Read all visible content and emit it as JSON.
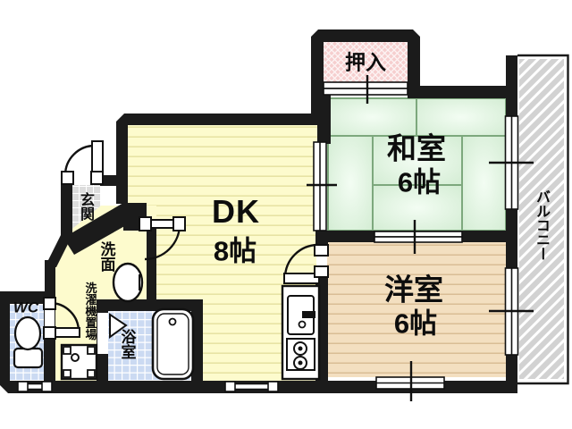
{
  "floorplan": {
    "rooms": {
      "dk": {
        "label": "DK",
        "size": "8帖"
      },
      "washitsu": {
        "label": "和室",
        "size": "6帖"
      },
      "youshitsu": {
        "label": "洋室",
        "size": "6帖"
      },
      "oshiire": {
        "label": "押入"
      },
      "balcony": {
        "label": "バルコニー"
      },
      "genkan": {
        "label": "玄関"
      },
      "senmen": {
        "label": "洗面"
      },
      "laundry": {
        "label": "洗濯機置場"
      },
      "wc": {
        "label": "WC"
      },
      "bathroom": {
        "label": "浴室"
      }
    },
    "colors": {
      "wall": "#1b1b1b",
      "dk_floor": "#fdfbcd",
      "dk_stripe": "#e7e3a4",
      "tatami_green": "#d7efd7",
      "tatami_highlight": "#f3fdf3",
      "tatami_line": "#7da87d",
      "wood_floor": "#f3dfc0",
      "wood_stripe": "#d9bd95",
      "oshiire_pink": "#f6cfcf",
      "balcony_grey": "#d2d2d2",
      "genkan_tile": "#dcdcdc",
      "wet_tile": "#cbdaf2",
      "fixture_white": "#ffffff"
    }
  }
}
